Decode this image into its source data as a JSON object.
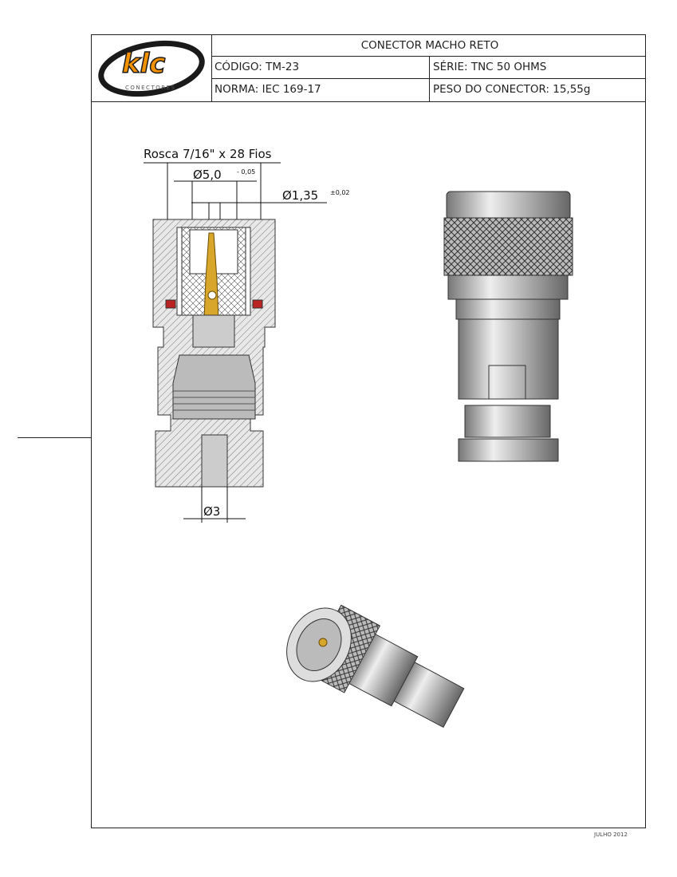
{
  "logo": {
    "brand": "klc",
    "subtitle": "CONECTORES",
    "colors": {
      "orange": "#f39200",
      "black": "#1a1a1a"
    }
  },
  "header": {
    "title": "CONECTOR MACHO RETO",
    "codigo": "CÓDIGO: TM-23",
    "serie": "SÉRIE: TNC 50 OHMS",
    "norma": "NORMA: IEC 169-17",
    "peso": "PESO DO CONECTOR:  15,55g"
  },
  "dimensions": {
    "thread": "Rosca 7/16\" x 28 Fios",
    "d1": "Ø5,0",
    "d1_tol": "- 0,05",
    "d2": "Ø1,35",
    "d2_tol": "±0,02",
    "d3": "Ø3"
  },
  "footer": {
    "date": "JULHO 2012"
  }
}
